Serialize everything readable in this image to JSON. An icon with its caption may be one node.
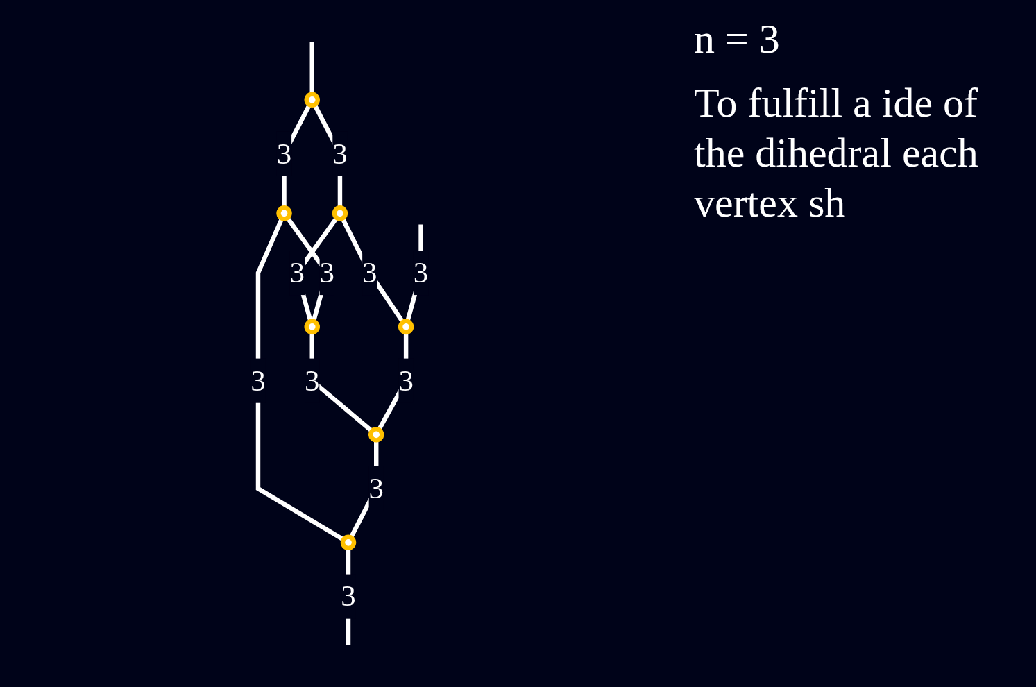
{
  "diagram": {
    "nodes": [
      {
        "text": [],
        "shape": "circle"
      },
      {
        "text": [],
        "shape": "circle"
      },
      {
        "text": [],
        "shape": "circle"
      },
      {
        "text": [],
        "shape": "circle"
      },
      {
        "text": [],
        "shape": "circle"
      },
      {
        "text": [],
        "shape": "circle"
      },
      {
        "text": [],
        "shape": "circle"
      }
    ],
    "edges": [
      {
        "from": null,
        "to": 0,
        "arrow": "none"
      },
      {
        "from": 0,
        "to": 1,
        "arrow": "none",
        "label": "3"
      },
      {
        "from": 0,
        "to": 2,
        "arrow": "none",
        "label": "3"
      },
      {
        "from": 1,
        "to": 3,
        "arrow": "none",
        "label": "3"
      },
      {
        "from": 2,
        "to": 3,
        "arrow": "none",
        "label": "3"
      },
      {
        "from": 1,
        "to": 4,
        "arrow": "none",
        "label": "3"
      },
      {
        "from": 2,
        "to": 6,
        "arrow": "none",
        "label": "3"
      },
      {
        "from": 3,
        "to": 5,
        "arrow": "none",
        "label": "3"
      },
      {
        "from": null,
        "to": 4,
        "arrow": "none",
        "label": "3"
      },
      {
        "from": 4,
        "to": 5,
        "arrow": "none",
        "label": "3"
      },
      {
        "from": 5,
        "to": 6,
        "arrow": "none",
        "label": "3"
      },
      {
        "from": 6,
        "to": null,
        "arrow": "none",
        "label": "3"
      }
    ],
    "labels": [
      "n = 3",
      "To fulfill a ide of the dihedral each vertex sh"
    ]
  }
}
